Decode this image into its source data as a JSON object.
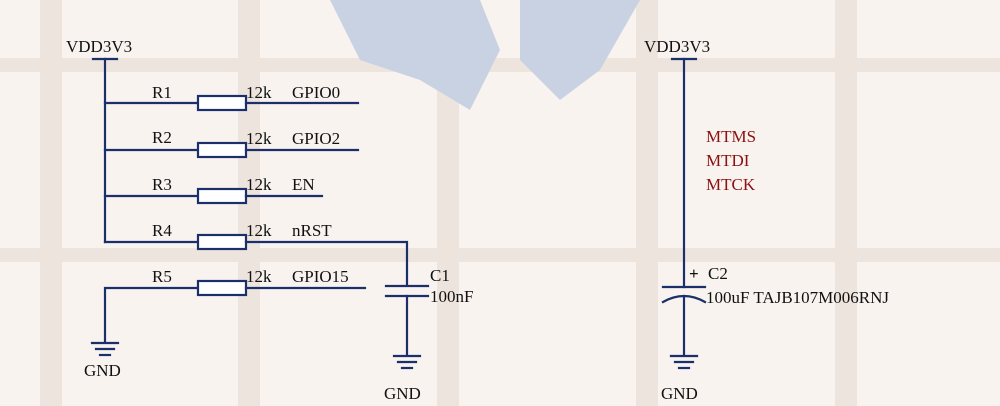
{
  "power_left": "VDD3V3",
  "power_right": "VDD3V3",
  "resistors": [
    {
      "ref": "R1",
      "value": "12k",
      "net": "GPIO0"
    },
    {
      "ref": "R2",
      "value": "12k",
      "net": "GPIO2"
    },
    {
      "ref": "R3",
      "value": "12k",
      "net": "EN"
    },
    {
      "ref": "R4",
      "value": "12k",
      "net": "nRST"
    },
    {
      "ref": "R5",
      "value": "12k",
      "net": "GPIO15"
    }
  ],
  "c1": {
    "ref": "C1",
    "value": "100nF"
  },
  "c2": {
    "ref": "C2",
    "value": "100uF TAJB107M006RNJ",
    "polarity": "+"
  },
  "jtag_nets": [
    "MTMS",
    "MTDI",
    "MTCK"
  ],
  "gnd": [
    "GND",
    "GND",
    "GND"
  ],
  "colors": {
    "wire": "#1b2f6b",
    "jtag_text": "#8b1010"
  }
}
